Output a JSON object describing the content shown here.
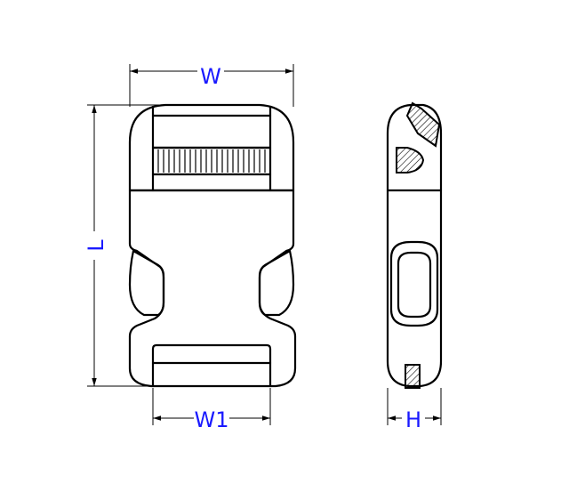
{
  "dimensions": {
    "width_label": "W",
    "length_label": "L",
    "inner_width_label": "W1",
    "height_label": "H"
  },
  "colors": {
    "label": "#1a1aff",
    "line": "#000000",
    "hatch": "#000000"
  }
}
